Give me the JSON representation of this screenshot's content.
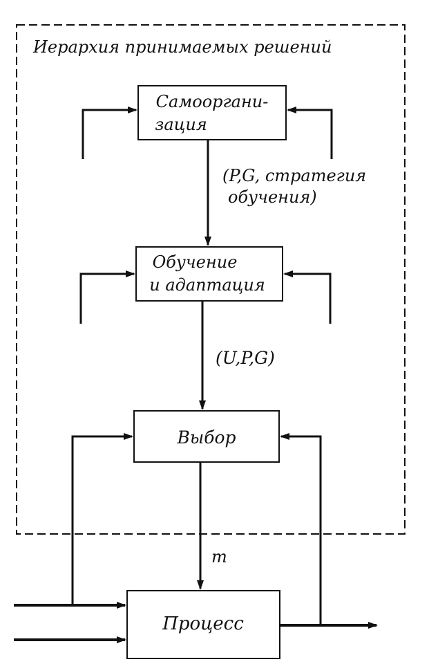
{
  "diagram": {
    "frame_title": "Иерархия принимаемых решений",
    "blocks": {
      "self_org": [
        "Самооргани-",
        "зация"
      ],
      "learning": [
        "Обучение",
        "и адаптация"
      ],
      "choice": [
        "Выбор"
      ],
      "process": [
        "Процесс"
      ]
    },
    "edges": {
      "self_org_to_learning": [
        "(P,G, стратегия",
        "обучения)"
      ],
      "learning_to_choice": [
        "(U,P,G)"
      ],
      "choice_to_process": [
        "m"
      ]
    },
    "colors": {
      "ink": "#111111",
      "background": "#ffffff"
    }
  }
}
